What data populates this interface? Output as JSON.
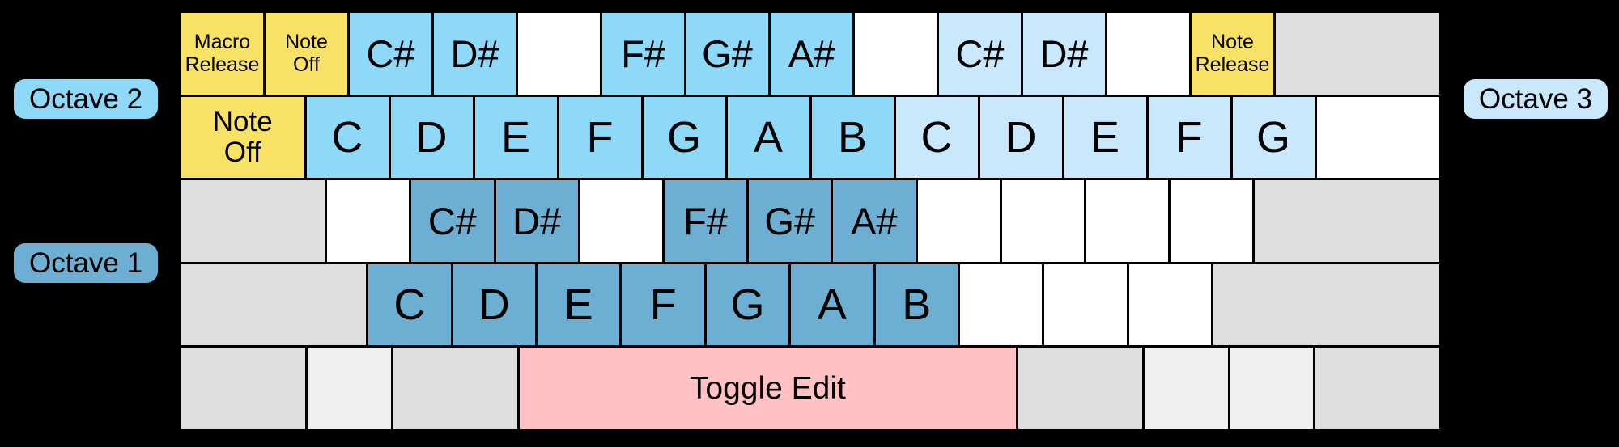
{
  "figure": {
    "title": "Keyboard note mapping diagram",
    "background": "#000000"
  },
  "colors": {
    "yellow": "#F8E266",
    "blueMid": "#8ED8F8",
    "blueLight": "#C9E8FB",
    "blueDark": "#6CAFD2",
    "pink": "#FFC1C3",
    "gray": "#DEDEDE",
    "grayLight": "#EFEFEF",
    "white": "#FFFFFF",
    "keyText": "#000000"
  },
  "badges": {
    "octave2": {
      "label": "Octave 2",
      "color": "#8ED8F8",
      "side": "left"
    },
    "octave1": {
      "label": "Octave 1",
      "color": "#6CAFD2",
      "side": "left"
    },
    "octave3": {
      "label": "Octave 3",
      "color": "#C9E8FB",
      "side": "right"
    }
  },
  "keyboard": {
    "rows": [
      {
        "keys": [
          {
            "name": "key-macro-release",
            "label": "Macro\nRelease",
            "color": "yellow",
            "span": 1,
            "font": "small",
            "interactable": true
          },
          {
            "name": "key-note-off",
            "label": "Note\nOff",
            "color": "yellow",
            "span": 1,
            "font": "small",
            "interactable": true
          },
          {
            "name": "key-note-c-sharp-oct2",
            "label": "C#",
            "color": "blueMid",
            "span": 1,
            "font": "sharp",
            "octave": 2,
            "interactable": true
          },
          {
            "name": "key-note-d-sharp-oct2",
            "label": "D#",
            "color": "blueMid",
            "span": 1,
            "font": "sharp",
            "octave": 2,
            "interactable": true
          },
          {
            "name": "key-blank",
            "label": "",
            "color": "white",
            "span": 1,
            "interactable": false
          },
          {
            "name": "key-note-f-sharp-oct2",
            "label": "F#",
            "color": "blueMid",
            "span": 1,
            "font": "sharp",
            "octave": 2,
            "interactable": true
          },
          {
            "name": "key-note-g-sharp-oct2",
            "label": "G#",
            "color": "blueMid",
            "span": 1,
            "font": "sharp",
            "octave": 2,
            "interactable": true
          },
          {
            "name": "key-note-a-sharp-oct2",
            "label": "A#",
            "color": "blueMid",
            "span": 1,
            "font": "sharp",
            "octave": 2,
            "interactable": true
          },
          {
            "name": "key-blank",
            "label": "",
            "color": "white",
            "span": 1,
            "interactable": false
          },
          {
            "name": "key-note-c-sharp-oct3",
            "label": "C#",
            "color": "blueLight",
            "span": 1,
            "font": "sharp",
            "octave": 3,
            "interactable": true
          },
          {
            "name": "key-note-d-sharp-oct3",
            "label": "D#",
            "color": "blueLight",
            "span": 1,
            "font": "sharp",
            "octave": 3,
            "interactable": true
          },
          {
            "name": "key-blank",
            "label": "",
            "color": "white",
            "span": 1,
            "interactable": false
          },
          {
            "name": "key-note-release",
            "label": "Note\nRelease",
            "color": "yellow",
            "span": 1,
            "font": "small",
            "interactable": true
          },
          {
            "name": "key-filler",
            "label": "",
            "color": "gray",
            "span": 2,
            "interactable": false
          }
        ]
      },
      {
        "keys": [
          {
            "name": "key-note-off-wide",
            "label": "Note\nOff",
            "color": "yellow",
            "span": 1.5,
            "font": "medium",
            "interactable": true
          },
          {
            "name": "key-note-c-oct2",
            "label": "C",
            "color": "blueMid",
            "span": 1,
            "font": "letter",
            "octave": 2,
            "interactable": true
          },
          {
            "name": "key-note-d-oct2",
            "label": "D",
            "color": "blueMid",
            "span": 1,
            "font": "letter",
            "octave": 2,
            "interactable": true
          },
          {
            "name": "key-note-e-oct2",
            "label": "E",
            "color": "blueMid",
            "span": 1,
            "font": "letter",
            "octave": 2,
            "interactable": true
          },
          {
            "name": "key-note-f-oct2",
            "label": "F",
            "color": "blueMid",
            "span": 1,
            "font": "letter",
            "octave": 2,
            "interactable": true
          },
          {
            "name": "key-note-g-oct2",
            "label": "G",
            "color": "blueMid",
            "span": 1,
            "font": "letter",
            "octave": 2,
            "interactable": true
          },
          {
            "name": "key-note-a-oct2",
            "label": "A",
            "color": "blueMid",
            "span": 1,
            "font": "letter",
            "octave": 2,
            "interactable": true
          },
          {
            "name": "key-note-b-oct2",
            "label": "B",
            "color": "blueMid",
            "span": 1,
            "font": "letter",
            "octave": 2,
            "interactable": true
          },
          {
            "name": "key-note-c-oct3",
            "label": "C",
            "color": "blueLight",
            "span": 1,
            "font": "letter",
            "octave": 3,
            "interactable": true
          },
          {
            "name": "key-note-d-oct3",
            "label": "D",
            "color": "blueLight",
            "span": 1,
            "font": "letter",
            "octave": 3,
            "interactable": true
          },
          {
            "name": "key-note-e-oct3",
            "label": "E",
            "color": "blueLight",
            "span": 1,
            "font": "letter",
            "octave": 3,
            "interactable": true
          },
          {
            "name": "key-note-f-oct3",
            "label": "F",
            "color": "blueLight",
            "span": 1,
            "font": "letter",
            "octave": 3,
            "interactable": true
          },
          {
            "name": "key-note-g-oct3",
            "label": "G",
            "color": "blueLight",
            "span": 1,
            "font": "letter",
            "octave": 3,
            "interactable": true
          },
          {
            "name": "key-blank",
            "label": "",
            "color": "white",
            "span": 1.5,
            "interactable": false
          }
        ]
      },
      {
        "keys": [
          {
            "name": "key-filler",
            "label": "",
            "color": "gray",
            "span": 1.75,
            "interactable": false
          },
          {
            "name": "key-blank",
            "label": "",
            "color": "white",
            "span": 1,
            "interactable": false
          },
          {
            "name": "key-note-c-sharp-oct1",
            "label": "C#",
            "color": "blueDark",
            "span": 1,
            "font": "sharp",
            "octave": 1,
            "interactable": true
          },
          {
            "name": "key-note-d-sharp-oct1",
            "label": "D#",
            "color": "blueDark",
            "span": 1,
            "font": "sharp",
            "octave": 1,
            "interactable": true
          },
          {
            "name": "key-blank",
            "label": "",
            "color": "white",
            "span": 1,
            "interactable": false
          },
          {
            "name": "key-note-f-sharp-oct1",
            "label": "F#",
            "color": "blueDark",
            "span": 1,
            "font": "sharp",
            "octave": 1,
            "interactable": true
          },
          {
            "name": "key-note-g-sharp-oct1",
            "label": "G#",
            "color": "blueDark",
            "span": 1,
            "font": "sharp",
            "octave": 1,
            "interactable": true
          },
          {
            "name": "key-note-a-sharp-oct1",
            "label": "A#",
            "color": "blueDark",
            "span": 1,
            "font": "sharp",
            "octave": 1,
            "interactable": true
          },
          {
            "name": "key-blank",
            "label": "",
            "color": "white",
            "span": 1,
            "interactable": false
          },
          {
            "name": "key-blank",
            "label": "",
            "color": "white",
            "span": 1,
            "interactable": false
          },
          {
            "name": "key-blank",
            "label": "",
            "color": "white",
            "span": 1,
            "interactable": false
          },
          {
            "name": "key-blank",
            "label": "",
            "color": "white",
            "span": 1,
            "interactable": false
          },
          {
            "name": "key-filler",
            "label": "",
            "color": "gray",
            "span": 2.25,
            "interactable": false
          }
        ]
      },
      {
        "keys": [
          {
            "name": "key-filler",
            "label": "",
            "color": "gray",
            "span": 2.25,
            "interactable": false
          },
          {
            "name": "key-note-c-oct1",
            "label": "C",
            "color": "blueDark",
            "span": 1,
            "font": "letter",
            "octave": 1,
            "interactable": true
          },
          {
            "name": "key-note-d-oct1",
            "label": "D",
            "color": "blueDark",
            "span": 1,
            "font": "letter",
            "octave": 1,
            "interactable": true
          },
          {
            "name": "key-note-e-oct1",
            "label": "E",
            "color": "blueDark",
            "span": 1,
            "font": "letter",
            "octave": 1,
            "interactable": true
          },
          {
            "name": "key-note-f-oct1",
            "label": "F",
            "color": "blueDark",
            "span": 1,
            "font": "letter",
            "octave": 1,
            "interactable": true
          },
          {
            "name": "key-note-g-oct1",
            "label": "G",
            "color": "blueDark",
            "span": 1,
            "font": "letter",
            "octave": 1,
            "interactable": true
          },
          {
            "name": "key-note-a-oct1",
            "label": "A",
            "color": "blueDark",
            "span": 1,
            "font": "letter",
            "octave": 1,
            "interactable": true
          },
          {
            "name": "key-note-b-oct1",
            "label": "B",
            "color": "blueDark",
            "span": 1,
            "font": "letter",
            "octave": 1,
            "interactable": true
          },
          {
            "name": "key-blank",
            "label": "",
            "color": "white",
            "span": 1,
            "interactable": false
          },
          {
            "name": "key-blank",
            "label": "",
            "color": "white",
            "span": 1,
            "interactable": false
          },
          {
            "name": "key-blank",
            "label": "",
            "color": "white",
            "span": 1,
            "interactable": false
          },
          {
            "name": "key-filler",
            "label": "",
            "color": "gray",
            "span": 2.75,
            "interactable": false
          }
        ]
      },
      {
        "keys": [
          {
            "name": "key-filler",
            "label": "",
            "color": "gray",
            "span": 1.5,
            "interactable": false
          },
          {
            "name": "key-filler",
            "label": "",
            "color": "grayLight",
            "span": 1,
            "interactable": false
          },
          {
            "name": "key-filler",
            "label": "",
            "color": "gray",
            "span": 1.5,
            "interactable": false
          },
          {
            "name": "key-toggle-edit",
            "label": "Toggle Edit",
            "color": "pink",
            "span": 6,
            "font": "toggle",
            "interactable": true
          },
          {
            "name": "key-filler",
            "label": "",
            "color": "gray",
            "span": 1.5,
            "interactable": false
          },
          {
            "name": "key-filler",
            "label": "",
            "color": "grayLight",
            "span": 1,
            "interactable": false
          },
          {
            "name": "key-filler",
            "label": "",
            "color": "grayLight",
            "span": 1,
            "interactable": false
          },
          {
            "name": "key-filler",
            "label": "",
            "color": "gray",
            "span": 1.5,
            "interactable": false
          }
        ]
      }
    ]
  }
}
